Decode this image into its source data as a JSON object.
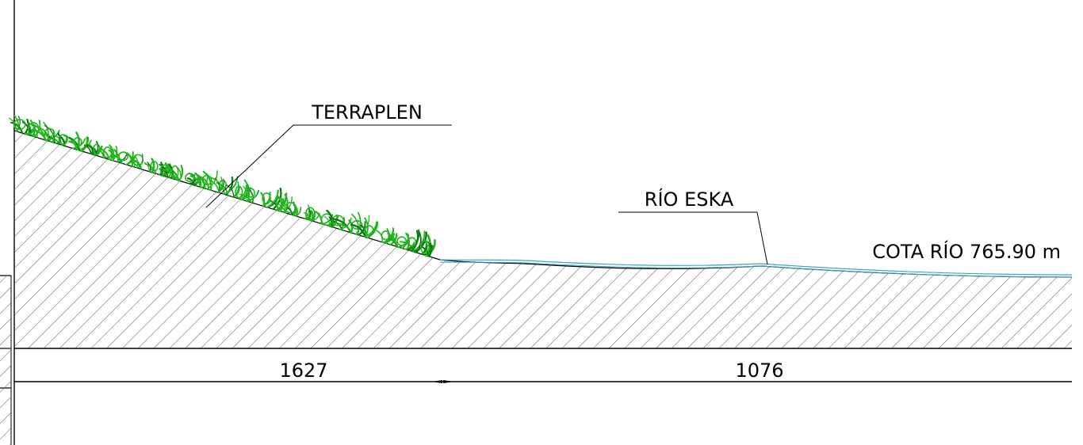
{
  "labels": {
    "embankment": "TERRAPLEN",
    "river": "RÍO ESKA",
    "river_level": "COTA RÍO 765.90 m"
  },
  "dimensions": {
    "left_segment": "1627",
    "right_segment": "1076"
  },
  "colors": {
    "line": "#000000",
    "hatch": "#555555",
    "vegetation": "#22b51f",
    "vegetation_dark": "#0f7a10",
    "water": "#3aa6c6"
  }
}
